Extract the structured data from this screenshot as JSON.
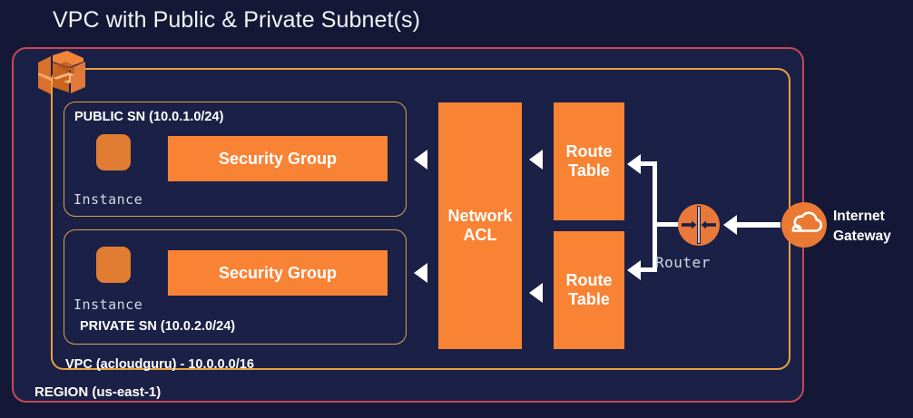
{
  "diagram": {
    "title": "VPC with Public & Private Subnet(s)",
    "background_color": "#141836"
  },
  "region": {
    "label": "REGION (us-east-1)",
    "border_color": "#c44a56",
    "fill_color": "#1b2046"
  },
  "vpc": {
    "label": "VPC (acloudguru) - 10.0.0.0/16",
    "border_color": "#e8a33d",
    "icon_name": "vpc-icon"
  },
  "subnets": [
    {
      "id": "public",
      "label": "PUBLIC SN (10.0.1.0/24)",
      "instance_label": "Instance",
      "security_group_label": "Security Group"
    },
    {
      "id": "private",
      "label": "PRIVATE SN (10.0.2.0/24)",
      "instance_label": "Instance",
      "security_group_label": "Security Group"
    }
  ],
  "network_acl": {
    "label": "Network ACL",
    "line1": "Network",
    "line2": "ACL",
    "color": "#f98335"
  },
  "route_tables": [
    {
      "id": "public-rt",
      "line1": "Route",
      "line2": "Table"
    },
    {
      "id": "private-rt",
      "line1": "Route",
      "line2": "Table"
    }
  ],
  "router": {
    "label": "Router",
    "icon_name": "router-icon",
    "color": "#e8793a"
  },
  "internet_gateway": {
    "line1": "Internet",
    "line2": "Gateway",
    "icon_name": "cloud-icon",
    "color": "#ea7a33"
  },
  "colors": {
    "orange_block": "#f98335",
    "orange_instance": "#e07d32",
    "gold_border": "#e8a33d",
    "red_border": "#c44a56",
    "arrow": "#ffffff",
    "text": "#ffffff"
  }
}
